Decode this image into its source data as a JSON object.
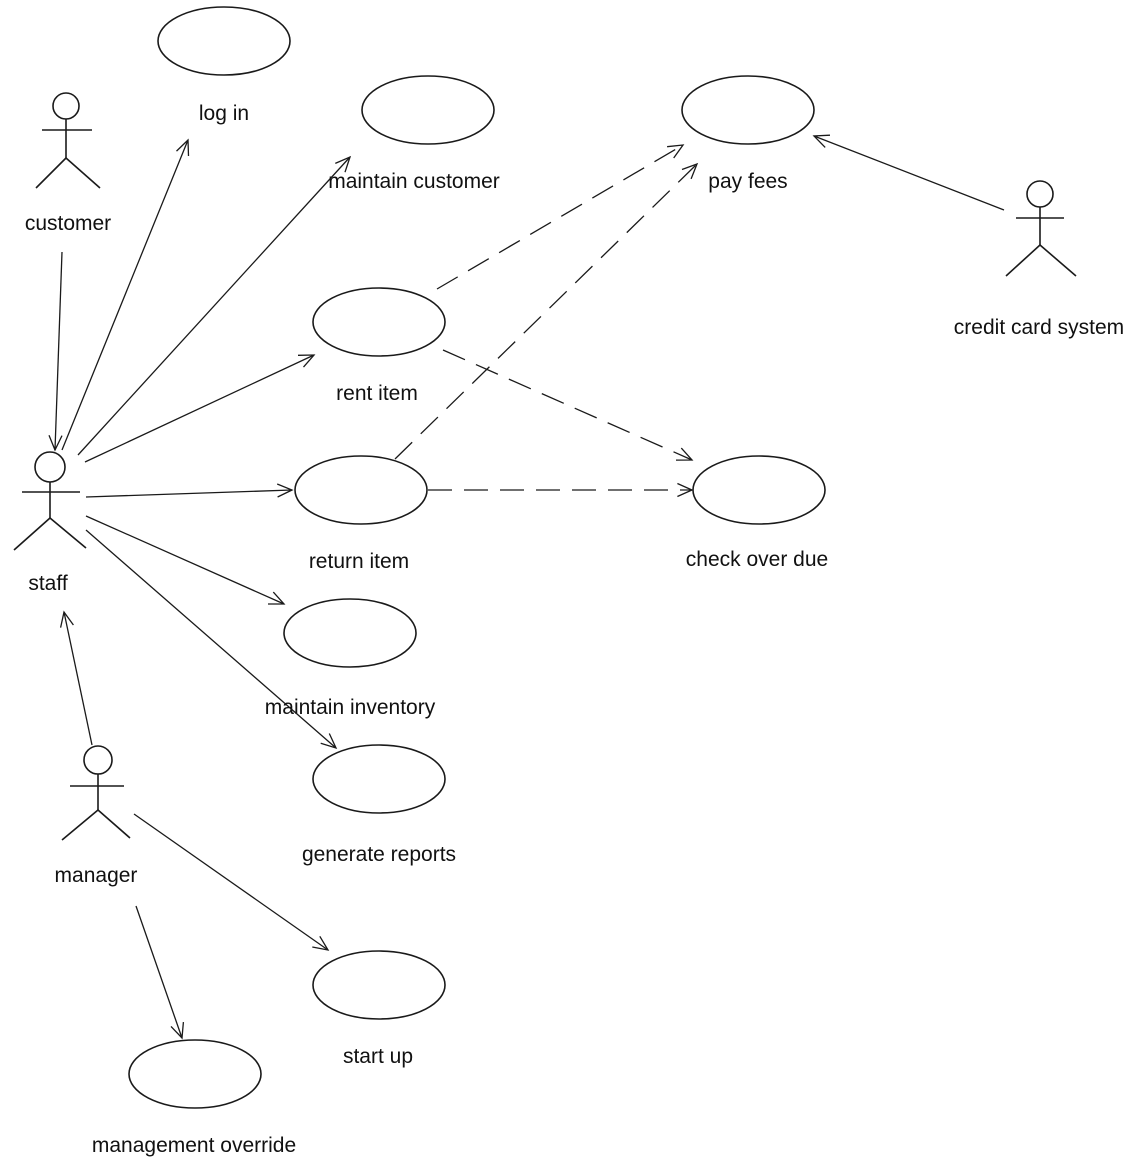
{
  "actors": {
    "customer": {
      "label": "customer"
    },
    "staff": {
      "label": "staff"
    },
    "manager": {
      "label": "manager"
    },
    "credit_card_system": {
      "label": "credit card system"
    }
  },
  "use_cases": {
    "log_in": {
      "label": "log in"
    },
    "maintain_customer": {
      "label": "maintain customer"
    },
    "pay_fees": {
      "label": "pay fees"
    },
    "rent_item": {
      "label": "rent item"
    },
    "return_item": {
      "label": "return item"
    },
    "check_over_due": {
      "label": "check over due"
    },
    "maintain_inventory": {
      "label": "maintain inventory"
    },
    "generate_reports": {
      "label": "generate reports"
    },
    "start_up": {
      "label": "start up"
    },
    "management_override": {
      "label": "management override"
    }
  },
  "relationships": [
    {
      "from": "customer",
      "to": "staff",
      "style": "solid"
    },
    {
      "from": "staff",
      "to": "log_in",
      "style": "solid"
    },
    {
      "from": "staff",
      "to": "maintain_customer",
      "style": "solid"
    },
    {
      "from": "staff",
      "to": "rent_item",
      "style": "solid"
    },
    {
      "from": "staff",
      "to": "return_item",
      "style": "solid"
    },
    {
      "from": "staff",
      "to": "maintain_inventory",
      "style": "solid"
    },
    {
      "from": "staff",
      "to": "generate_reports",
      "style": "solid"
    },
    {
      "from": "manager",
      "to": "staff",
      "style": "solid"
    },
    {
      "from": "manager",
      "to": "start_up",
      "style": "solid"
    },
    {
      "from": "manager",
      "to": "management_override",
      "style": "solid"
    },
    {
      "from": "credit_card_system",
      "to": "pay_fees",
      "style": "solid"
    },
    {
      "from": "rent_item",
      "to": "pay_fees",
      "style": "dashed"
    },
    {
      "from": "rent_item",
      "to": "check_over_due",
      "style": "dashed"
    },
    {
      "from": "return_item",
      "to": "pay_fees",
      "style": "dashed"
    },
    {
      "from": "return_item",
      "to": "check_over_due",
      "style": "dashed"
    }
  ]
}
